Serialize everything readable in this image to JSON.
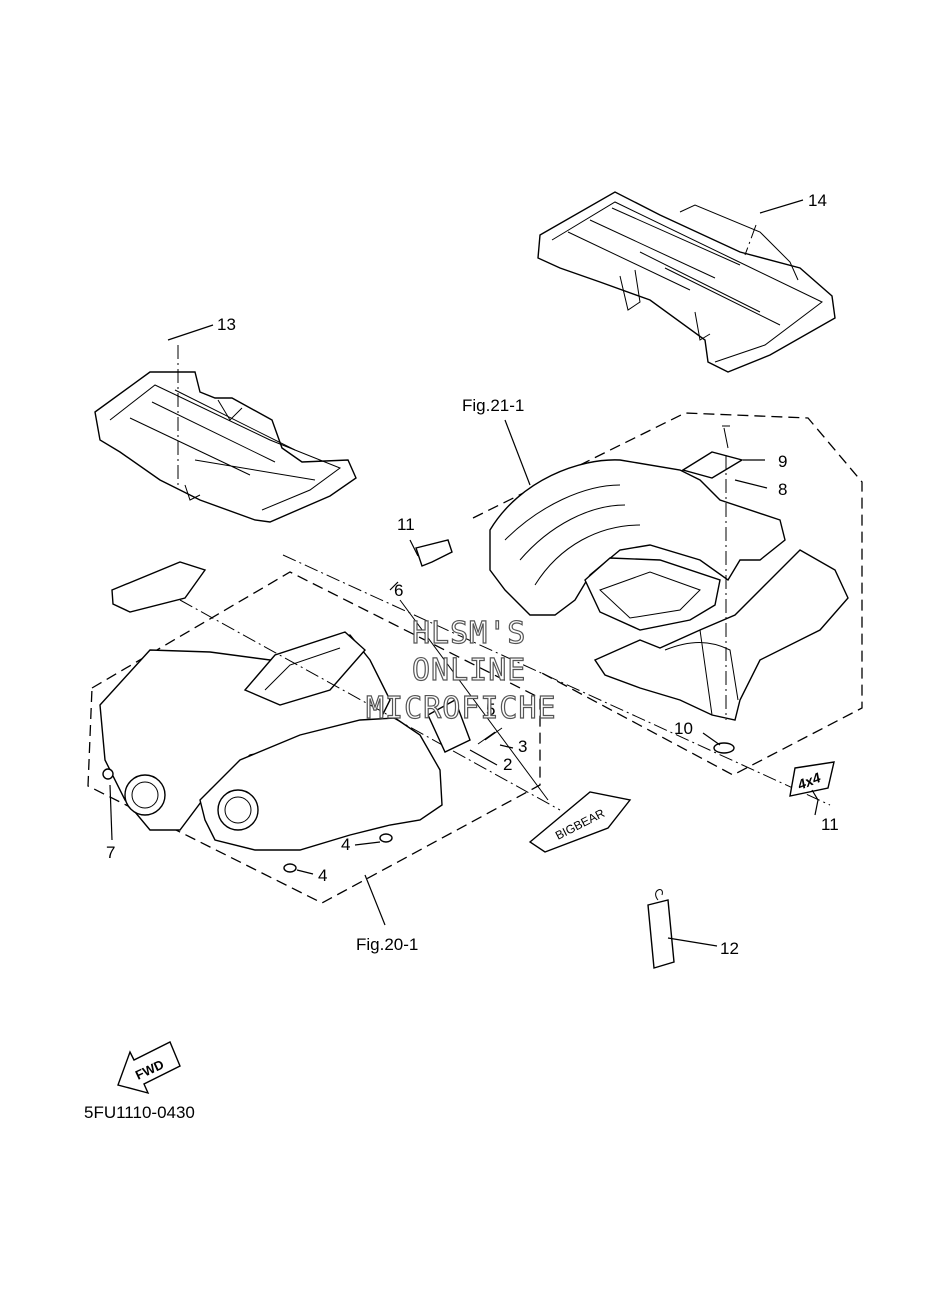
{
  "diagram": {
    "code": "5FU1110-0430",
    "watermark": [
      "HLSM'S",
      "ONLINE",
      "MICROFICHE"
    ],
    "figure_refs": {
      "rear": "Fig.21-1",
      "front": "Fig.20-1"
    },
    "fwd_label": "FWD",
    "labels": {
      "p2": "2",
      "p3": "3",
      "p4a": "4",
      "p4b": "4",
      "p5": "5",
      "p6": "6",
      "p7": "7",
      "p8": "8",
      "p9": "9",
      "p10": "10",
      "p11a": "11",
      "p11b": "11",
      "p12": "12",
      "p13": "13",
      "p14": "14"
    },
    "emblem_text": "4x4",
    "decal_text": "BIGBEAR"
  }
}
